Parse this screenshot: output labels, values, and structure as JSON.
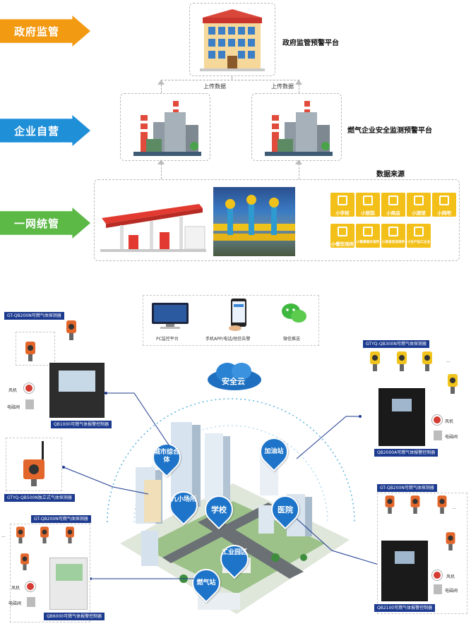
{
  "levels": [
    {
      "label": "政府监管",
      "color": "#f39a13"
    },
    {
      "label": "企业自营",
      "color": "#1f8fd8"
    },
    {
      "label": "一网统管",
      "color": "#3aa54a"
    }
  ],
  "platforms": {
    "gov": "政府监管预警平台",
    "enterprise": "燃气企业安全监测预警平台",
    "upload_left": "上传数据",
    "upload_right": "上传数据",
    "data_source": "数据来源"
  },
  "tiles": [
    "小学校",
    "小医院",
    "小商店",
    "小旅馆",
    "小网吧",
    "小餐饮场所",
    "小歌舞娱乐场所",
    "小美容洗浴场所",
    "小生产加工企业"
  ],
  "notify": {
    "pc": "PC监控平台",
    "app": "手机APP/电话/短信告警",
    "wechat": "微信推送"
  },
  "cloud": "安全云",
  "places": {
    "complex": "城市综合体",
    "gas_station": "加油站",
    "small": "九小场所",
    "school": "学校",
    "hospital": "医院",
    "industrial": "工业园区",
    "gas_station2": "燃气站"
  },
  "devices": {
    "d1_title": "GT-QB200N可燃气体探测器",
    "d1_controller": "QB1000可燃气体报警控制器",
    "d1_fan": "风机",
    "d1_valve": "电磁阀",
    "d2_title": "GTYQ-QB300N可燃气体探测器",
    "d2_controller": "QB2000A可燃气体报警控制器",
    "d2_fan": "风机",
    "d2_valve": "电磁阀",
    "d3_title": "GTYQ-QB500N独立式气体探测器",
    "d4_title": "GT-QB200N可燃气体探测器",
    "d4_controller": "QB6000可燃气体报警控制器",
    "d4_fan": "风机",
    "d4_valve": "电磁阀",
    "d5_title": "GT-QB200N可燃气体探测器",
    "d5_controller": "QB2100可燃气体报警控制器",
    "d5_fan": "风机",
    "d5_valve": "电磁阀",
    "ellipsis": "..."
  },
  "accent": "#1c3a8f"
}
